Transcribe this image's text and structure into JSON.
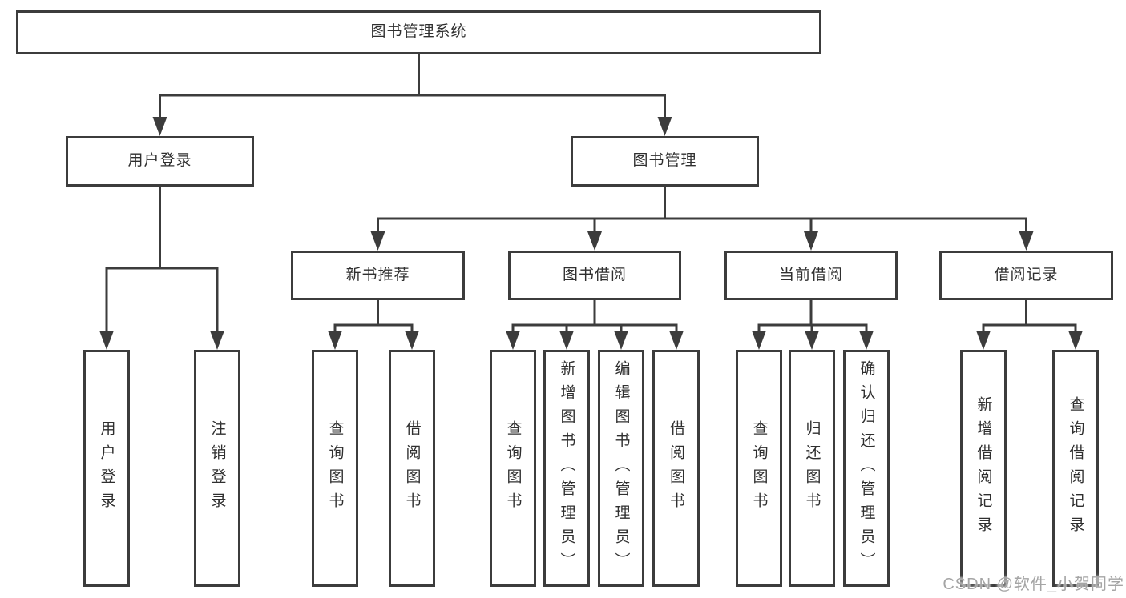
{
  "tree": {
    "label": "图书管理系统",
    "children": [
      {
        "label": "用户登录",
        "children": [
          {
            "label": "用户登录"
          },
          {
            "label": "注销登录"
          }
        ]
      },
      {
        "label": "图书管理",
        "children": [
          {
            "label": "新书推荐",
            "children": [
              {
                "label": "查询图书"
              },
              {
                "label": "借阅图书"
              }
            ]
          },
          {
            "label": "图书借阅",
            "children": [
              {
                "label": "查询图书"
              },
              {
                "label": "新增图书（管理员）"
              },
              {
                "label": "编辑图书（管理员）"
              },
              {
                "label": "借阅图书"
              }
            ]
          },
          {
            "label": "当前借阅",
            "children": [
              {
                "label": "查询图书"
              },
              {
                "label": "归还图书"
              },
              {
                "label": "确认归还（管理员）"
              }
            ]
          },
          {
            "label": "借阅记录",
            "children": [
              {
                "label": "新增借阅记录"
              },
              {
                "label": "查询借阅记录"
              }
            ]
          }
        ]
      }
    ]
  },
  "watermark": "CSDN @软件_小贺同学",
  "colors": {
    "line": "#3c3c3c",
    "border": "#3c3c3c",
    "text": "#2f2f2f",
    "background": "#ffffff",
    "watermark": "#a5a5a5"
  }
}
